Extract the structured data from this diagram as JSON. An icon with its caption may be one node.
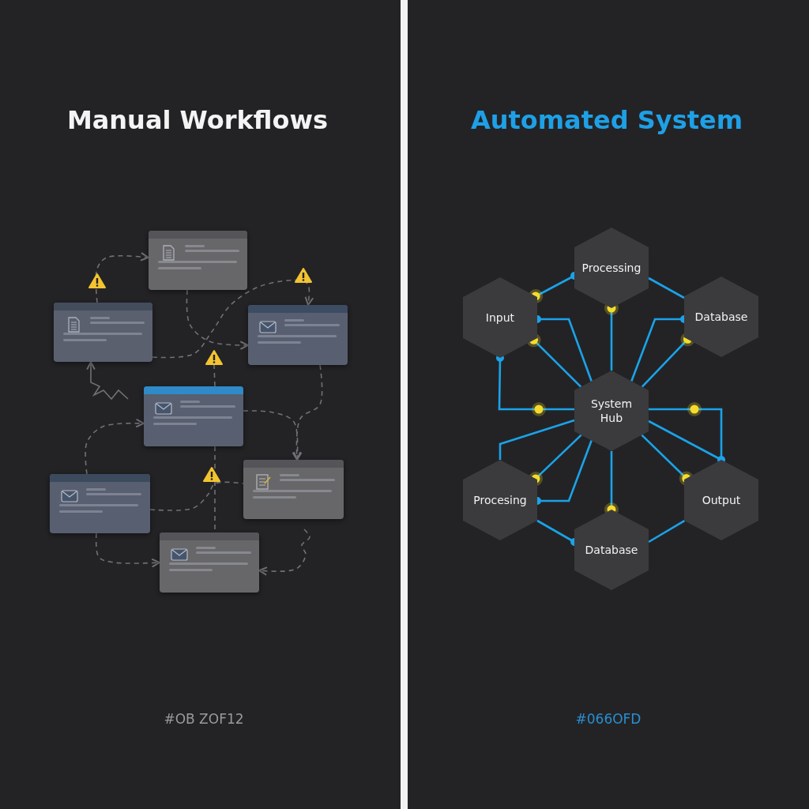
{
  "diagram": {
    "nodes": [
      {
        "text": [],
        "shape": "box"
      },
      {
        "text": [],
        "shape": "box"
      },
      {
        "text": [],
        "shape": "box"
      },
      {
        "text": [],
        "shape": "box"
      },
      {
        "text": [],
        "shape": "box"
      },
      {
        "text": [],
        "shape": "box"
      },
      {
        "text": [],
        "shape": "box"
      },
      {
        "text": [
          "Processing"
        ]
      },
      {
        "text": [
          "Input"
        ]
      },
      {
        "text": [
          "Database"
        ]
      },
      {
        "text": [
          "System Hub"
        ]
      },
      {
        "text": [
          "Procesing"
        ]
      },
      {
        "text": [
          "Output"
        ]
      },
      {
        "text": [
          "Database"
        ]
      },
      {
        "text": [],
        "shape": "triangle"
      },
      {
        "text": [],
        "shape": "triangle"
      },
      {
        "text": [],
        "shape": "triangle"
      },
      {
        "text": [],
        "shape": "triangle"
      }
    ],
    "edges": [
      {
        "from": 1,
        "to": 0,
        "arrow": "to",
        "style": "dashed",
        "color": "#707075"
      },
      {
        "from": 0,
        "to": 2,
        "arrow": "to",
        "style": "dashed",
        "color": "#707075"
      },
      {
        "from": 1,
        "to": 2,
        "arrow": "to",
        "style": "dashed",
        "color": "#707075"
      },
      {
        "from": 3,
        "to": 16,
        "arrow": "none",
        "style": "dashed",
        "color": "#707075"
      },
      {
        "from": null,
        "to": 1,
        "arrow": "to",
        "color": "#707075"
      },
      {
        "from": 5,
        "to": 3,
        "arrow": "to",
        "style": "dashed",
        "color": "#707075"
      },
      {
        "from": 3,
        "to": 4,
        "arrow": "to",
        "style": "dashed",
        "color": "#707075"
      },
      {
        "from": 2,
        "to": 4,
        "arrow": "to",
        "style": "dashed",
        "color": "#707075"
      },
      {
        "from": 3,
        "to": 6,
        "arrow": "none",
        "style": "dashed",
        "color": "#707075"
      },
      {
        "from": 5,
        "to": 4,
        "arrow": "none",
        "style": "dashed",
        "color": "#707075"
      },
      {
        "from": 5,
        "to": 6,
        "arrow": "to",
        "style": "dashed",
        "color": "#707075"
      },
      {
        "from": null,
        "to": 6,
        "arrow": "to",
        "style": "dashed",
        "color": "#707075"
      },
      {
        "from": 8,
        "to": 7,
        "arrow": "other"
      },
      {
        "from": 7,
        "to": 9,
        "arrow": "none"
      },
      {
        "from": 7,
        "to": 10,
        "arrow": "other"
      },
      {
        "from": 8,
        "to": 10,
        "arrow": "other"
      },
      {
        "from": 8,
        "to": 10,
        "arrow": "other"
      },
      {
        "from": 8,
        "to": 10,
        "arrow": "other"
      },
      {
        "from": 9,
        "to": 10,
        "arrow": "other"
      },
      {
        "from": 9,
        "to": 10,
        "arrow": "other"
      },
      {
        "from": 10,
        "to": 12,
        "arrow": "other"
      },
      {
        "from": 10,
        "to": 12,
        "arrow": "none"
      },
      {
        "from": 10,
        "to": 12,
        "arrow": "other"
      },
      {
        "from": 10,
        "to": 11,
        "arrow": "none"
      },
      {
        "from": 10,
        "to": 11,
        "arrow": "other"
      },
      {
        "from": 10,
        "to": 11,
        "arrow": "other"
      },
      {
        "from": 10,
        "to": 13,
        "arrow": "other"
      },
      {
        "from": 11,
        "to": 13,
        "arrow": "other"
      },
      {
        "from": 13,
        "to": 12,
        "arrow": "none"
      }
    ],
    "labels": [
      "Manual Workflows",
      "Automated System",
      "#OB ZOF12",
      "#066OFD"
    ]
  }
}
